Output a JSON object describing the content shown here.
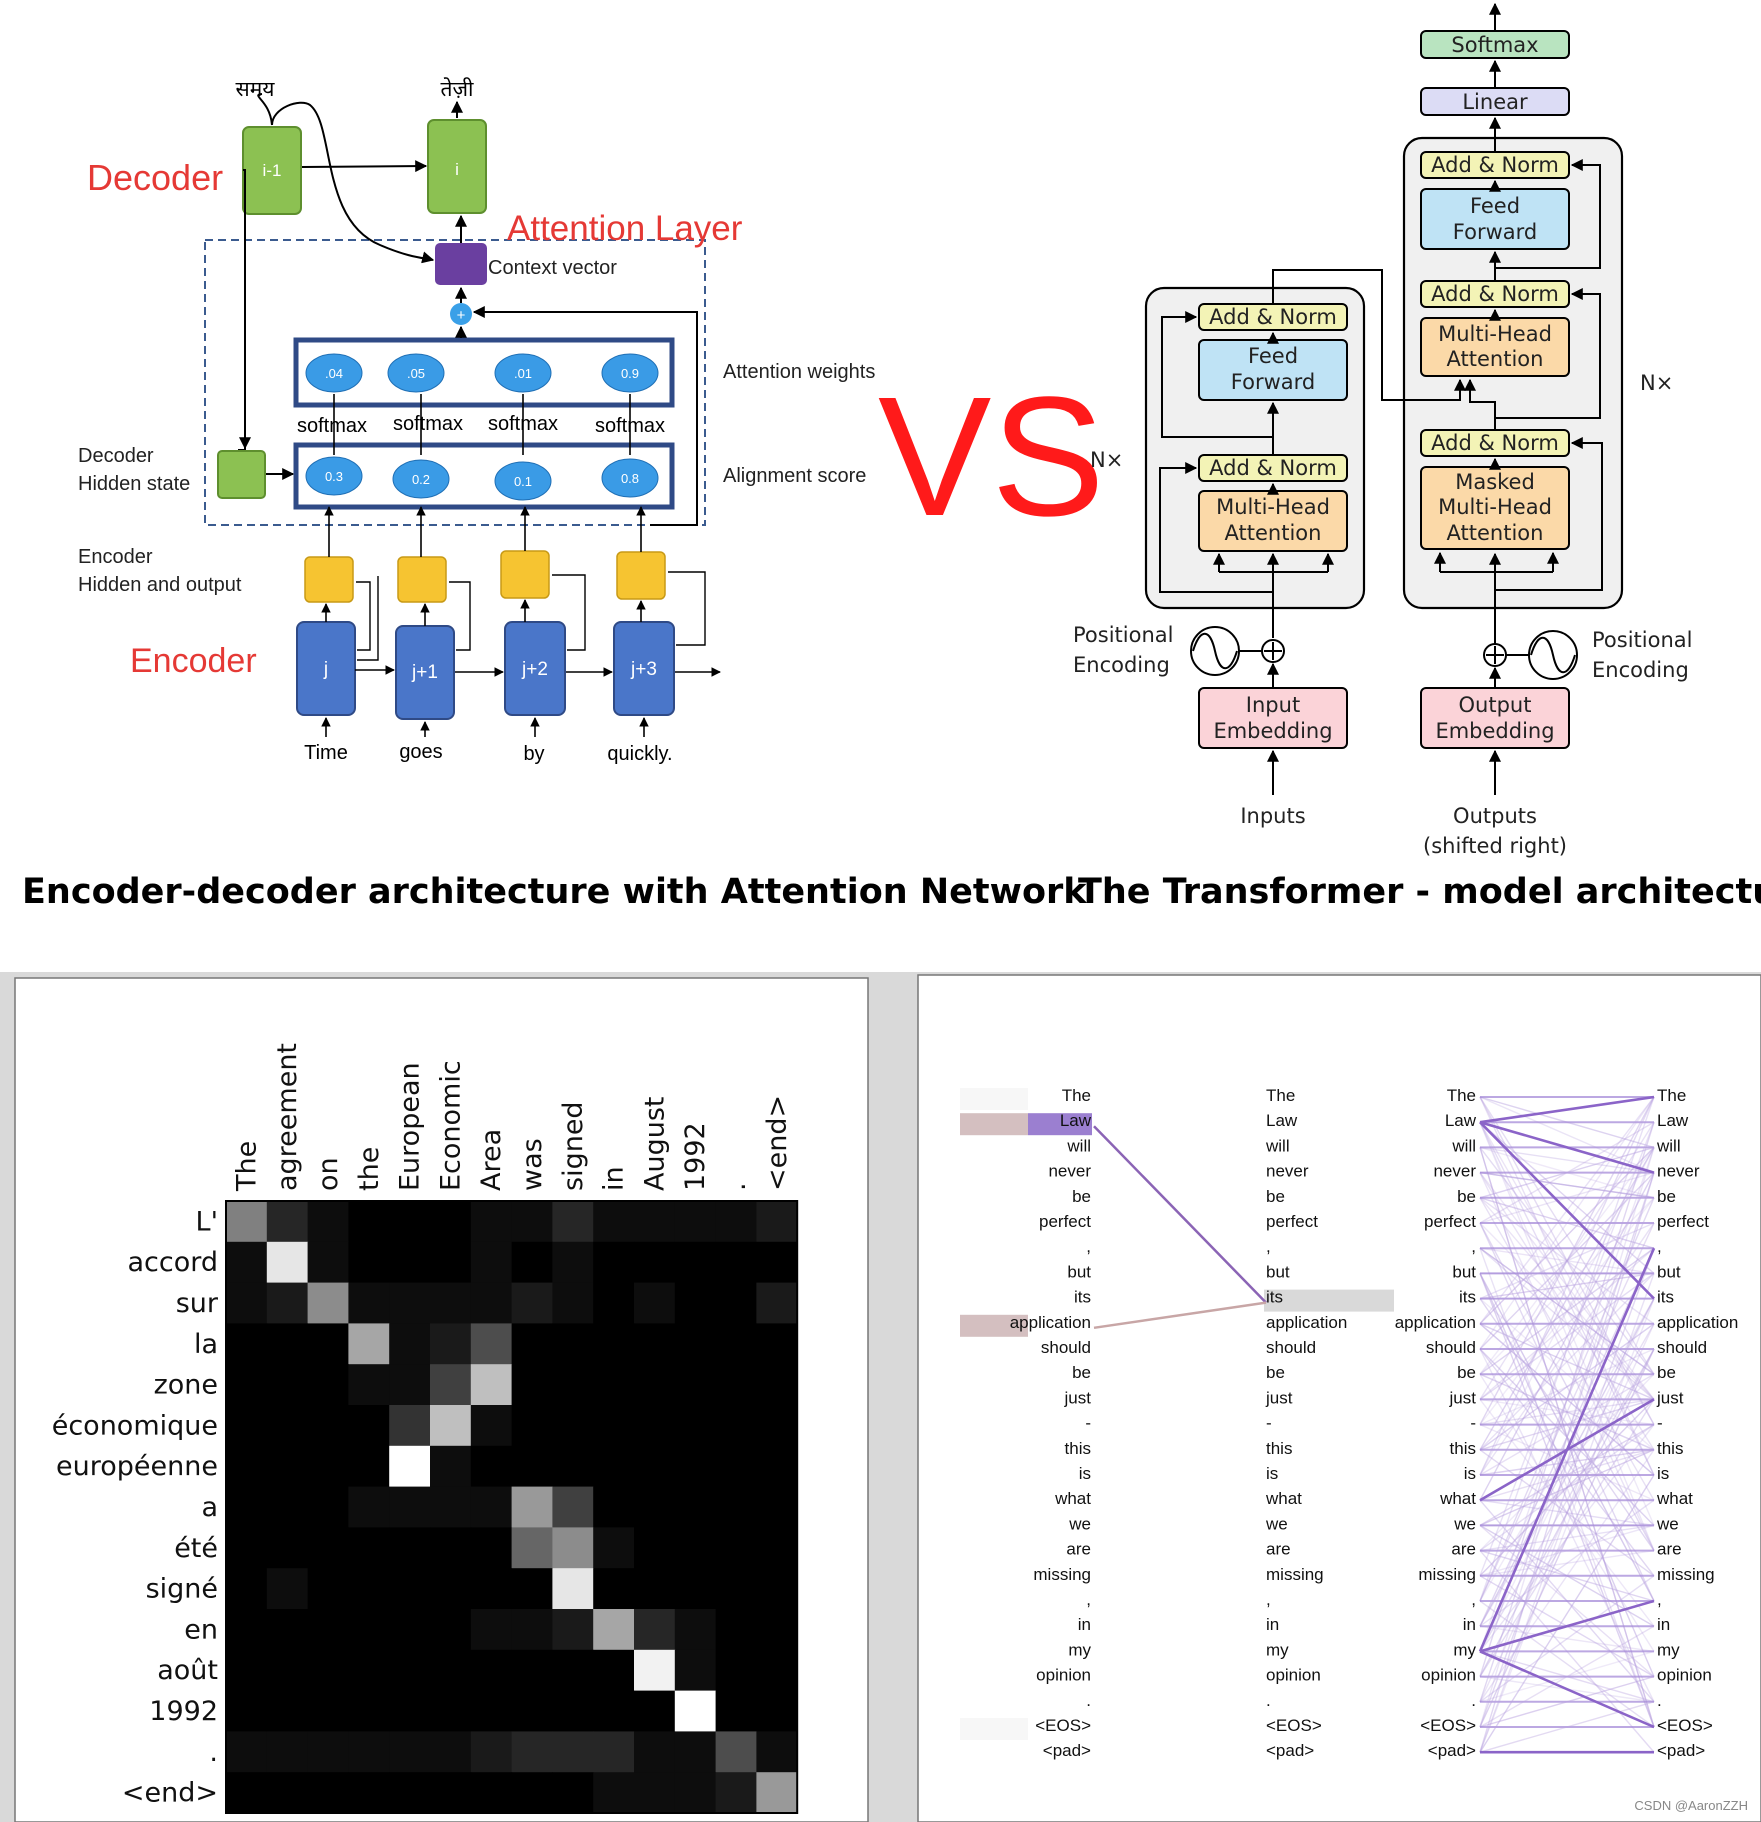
{
  "captions": {
    "left": "Encoder-decoder architecture with Attention Network",
    "right": "The Transformer - model architecture.",
    "vs": "VS",
    "watermark": "CSDN @AaronZZH"
  },
  "attention_diagram": {
    "decoder_label": "Decoder",
    "encoder_label": "Encoder",
    "attention_layer_label": "Attention Layer",
    "context_vector": "Context vector",
    "attention_weights": "Attention weights",
    "alignment_score": "Alignment score",
    "decoder_hidden": [
      "Decoder",
      "Hidden state"
    ],
    "encoder_hidden": [
      "Encoder",
      "Hidden and output"
    ],
    "output_words": [
      "समय",
      "तेज़ी"
    ],
    "decoder_cells": [
      "i-1",
      "i"
    ],
    "encoder_cells": [
      "j",
      "j+1",
      "j+2",
      "j+3"
    ],
    "input_words": [
      "Time",
      "goes",
      "by",
      "quickly."
    ],
    "softmax_labels": [
      "softmax",
      "softmax",
      "softmax",
      "softmax"
    ],
    "weights": [
      ".04",
      ".05",
      ".01",
      "0.9"
    ],
    "scores": [
      "0.3",
      "0.2",
      "0.1",
      "0.8"
    ],
    "plus": "+"
  },
  "transformer": {
    "softmax": "Softmax",
    "linear": "Linear",
    "add_norm": "Add & Norm",
    "feed_forward": [
      "Feed",
      "Forward"
    ],
    "multi_head": [
      "Multi-Head",
      "Attention"
    ],
    "masked_multi_head": [
      "Masked",
      "Multi-Head",
      "Attention"
    ],
    "nx": "N×",
    "positional_encoding": [
      "Positional",
      "Encoding"
    ],
    "input_embedding": [
      "Input",
      "Embedding"
    ],
    "output_embedding": [
      "Output",
      "Embedding"
    ],
    "inputs": "Inputs",
    "outputs": [
      "Outputs",
      "(shifted right)"
    ]
  },
  "heatmap": {
    "columns": [
      "The",
      "agreement",
      "on",
      "the",
      "European",
      "Economic",
      "Area",
      "was",
      "signed",
      "in",
      "August",
      "1992",
      ".",
      "<end>"
    ],
    "rows": [
      "L'",
      "accord",
      "sur",
      "la",
      "zone",
      "économique",
      "européenne",
      "a",
      "été",
      "signé",
      "en",
      "août",
      "1992",
      ".",
      "<end>"
    ],
    "values": [
      [
        0.5,
        0.15,
        0.05,
        0,
        0,
        0,
        0.05,
        0.05,
        0.15,
        0.05,
        0.05,
        0.05,
        0.05,
        0.1
      ],
      [
        0.05,
        0.9,
        0.05,
        0,
        0,
        0,
        0.05,
        0,
        0.05,
        0,
        0,
        0,
        0,
        0
      ],
      [
        0.05,
        0.1,
        0.55,
        0.05,
        0.05,
        0.05,
        0.05,
        0.1,
        0.05,
        0,
        0.05,
        0,
        0,
        0.1
      ],
      [
        0,
        0,
        0,
        0.65,
        0.05,
        0.1,
        0.3,
        0,
        0,
        0,
        0,
        0,
        0,
        0
      ],
      [
        0,
        0,
        0,
        0.05,
        0.05,
        0.25,
        0.75,
        0,
        0,
        0,
        0,
        0,
        0,
        0
      ],
      [
        0,
        0,
        0,
        0,
        0.2,
        0.75,
        0.05,
        0,
        0,
        0,
        0,
        0,
        0,
        0
      ],
      [
        0,
        0,
        0,
        0,
        1.0,
        0.05,
        0,
        0,
        0,
        0,
        0,
        0,
        0,
        0
      ],
      [
        0,
        0,
        0,
        0.05,
        0.05,
        0.05,
        0.05,
        0.6,
        0.25,
        0,
        0,
        0,
        0,
        0
      ],
      [
        0,
        0,
        0,
        0,
        0,
        0,
        0,
        0.4,
        0.55,
        0.05,
        0,
        0,
        0,
        0
      ],
      [
        0,
        0.05,
        0,
        0,
        0,
        0,
        0,
        0,
        0.9,
        0,
        0,
        0,
        0,
        0
      ],
      [
        0,
        0,
        0,
        0,
        0,
        0,
        0.05,
        0.05,
        0.1,
        0.65,
        0.15,
        0.05,
        0,
        0
      ],
      [
        0,
        0,
        0,
        0,
        0,
        0,
        0,
        0,
        0,
        0,
        0.95,
        0.05,
        0,
        0
      ],
      [
        0,
        0,
        0,
        0,
        0,
        0,
        0,
        0,
        0,
        0,
        0,
        1.0,
        0,
        0
      ],
      [
        0.05,
        0.05,
        0.05,
        0.05,
        0.05,
        0.05,
        0.1,
        0.15,
        0.15,
        0.15,
        0.05,
        0.05,
        0.3,
        0.05
      ],
      [
        0,
        0,
        0,
        0,
        0,
        0,
        0,
        0,
        0,
        0.05,
        0.05,
        0.05,
        0.1,
        0.6
      ]
    ]
  },
  "self_attention": {
    "tokens": [
      "The",
      "Law",
      "will",
      "never",
      "be",
      "perfect",
      ",",
      "but",
      "its",
      "application",
      "should",
      "be",
      "just",
      "-",
      "this",
      "is",
      "what",
      "we",
      "are",
      "missing",
      ",",
      "in",
      "my",
      "opinion",
      ".",
      "<EOS>",
      "<pad>"
    ]
  }
}
